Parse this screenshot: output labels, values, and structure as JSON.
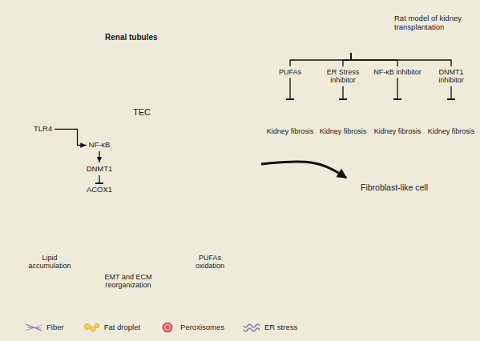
{
  "diagram": {
    "nodes": [
      {
        "text": [
          "Renal tubules"
        ]
      },
      {
        "text": [
          "Rat model of kidney transplantation"
        ]
      },
      {
        "text": [
          "PUFAs"
        ]
      },
      {
        "text": [
          "ER Stress inhibitor"
        ]
      },
      {
        "text": [
          "NF-κB inhibitor"
        ]
      },
      {
        "text": [
          "DNMT1 inhibitor"
        ]
      },
      {
        "text": [
          "Kidney fibrosis"
        ]
      },
      {
        "text": [
          "Kidney fibrosis"
        ]
      },
      {
        "text": [
          "Kidney fibrosis"
        ]
      },
      {
        "text": [
          "Kidney fibrosis"
        ]
      },
      {
        "text": [
          "TEC"
        ]
      },
      {
        "text": [
          "TLR4"
        ],
        "in": 10
      },
      {
        "text": [
          "NF-κB"
        ],
        "in": 10
      },
      {
        "text": [
          "DNMT1"
        ],
        "in": 10
      },
      {
        "text": [
          "ACOX1"
        ],
        "in": 10
      },
      {
        "text": [
          "Lipid accumulation"
        ],
        "in": 10
      },
      {
        "text": [
          "EMT and ECM reorganization"
        ],
        "in": 10
      },
      {
        "text": [
          "PUFAs oxidation"
        ],
        "in": 10
      },
      {
        "text": [
          "Fibroblast-like cell"
        ]
      }
    ],
    "edges": [
      {
        "from": 11,
        "to": 12,
        "arrow": "to"
      },
      {
        "from": 12,
        "to": 13,
        "arrow": "to"
      },
      {
        "from": 13,
        "to": 14,
        "arrow": "to"
      },
      {
        "from": 1,
        "to": 2,
        "arrow": "none"
      },
      {
        "from": 1,
        "to": 3,
        "arrow": "none"
      },
      {
        "from": 1,
        "to": 4,
        "arrow": "none"
      },
      {
        "from": 1,
        "to": 5,
        "arrow": "none"
      },
      {
        "from": 2,
        "to": 6,
        "arrow": "to"
      },
      {
        "from": 3,
        "to": 7,
        "arrow": "to"
      },
      {
        "from": 4,
        "to": 8,
        "arrow": "to"
      },
      {
        "from": 5,
        "to": 9,
        "arrow": "to"
      },
      {
        "from": 10,
        "to": 18,
        "arrow": "to"
      }
    ],
    "legend": [
      {
        "text": "Fiber"
      },
      {
        "text": "Fat droplet"
      },
      {
        "text": "Peroxisomes"
      },
      {
        "text": "ER stress"
      }
    ]
  }
}
